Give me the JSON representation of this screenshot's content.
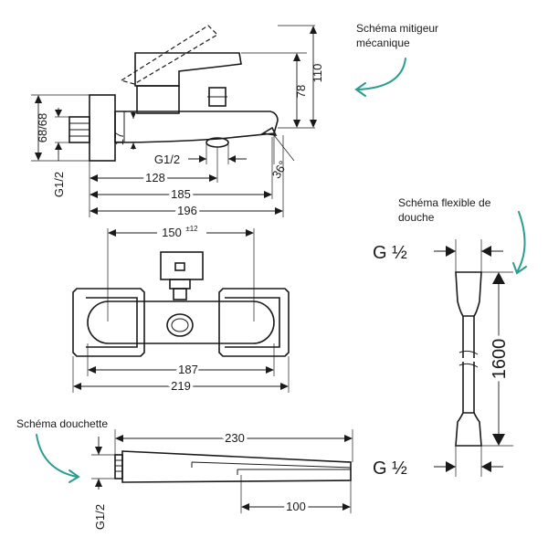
{
  "labels": {
    "mixer_schema_1": "Schéma mitigeur",
    "mixer_schema_2": "mécanique",
    "hose_schema_1": "Schéma flexible de",
    "hose_schema_2": "douche",
    "handshower_schema": "Schéma douchette"
  },
  "side_view": {
    "dim_110": "110",
    "dim_78": "78",
    "dim_68_68": "68/68",
    "dim_17": "17",
    "dim_g12_left": "G1/2",
    "dim_g12_spout": "G1/2",
    "dim_36deg": "36°",
    "dim_128": "128",
    "dim_185": "185",
    "dim_196": "196"
  },
  "front_view": {
    "dim_150": "150",
    "dim_150_tol": "±12",
    "dim_187": "187",
    "dim_219": "219"
  },
  "hose": {
    "thread_top": "G ½",
    "thread_bottom": "G ½",
    "length": "1600"
  },
  "handshower": {
    "dim_230": "230",
    "dim_100": "100",
    "thread": "G1/2"
  },
  "colors": {
    "line": "#1a1a1a",
    "annotation_arrow": "#2a9d8f"
  }
}
